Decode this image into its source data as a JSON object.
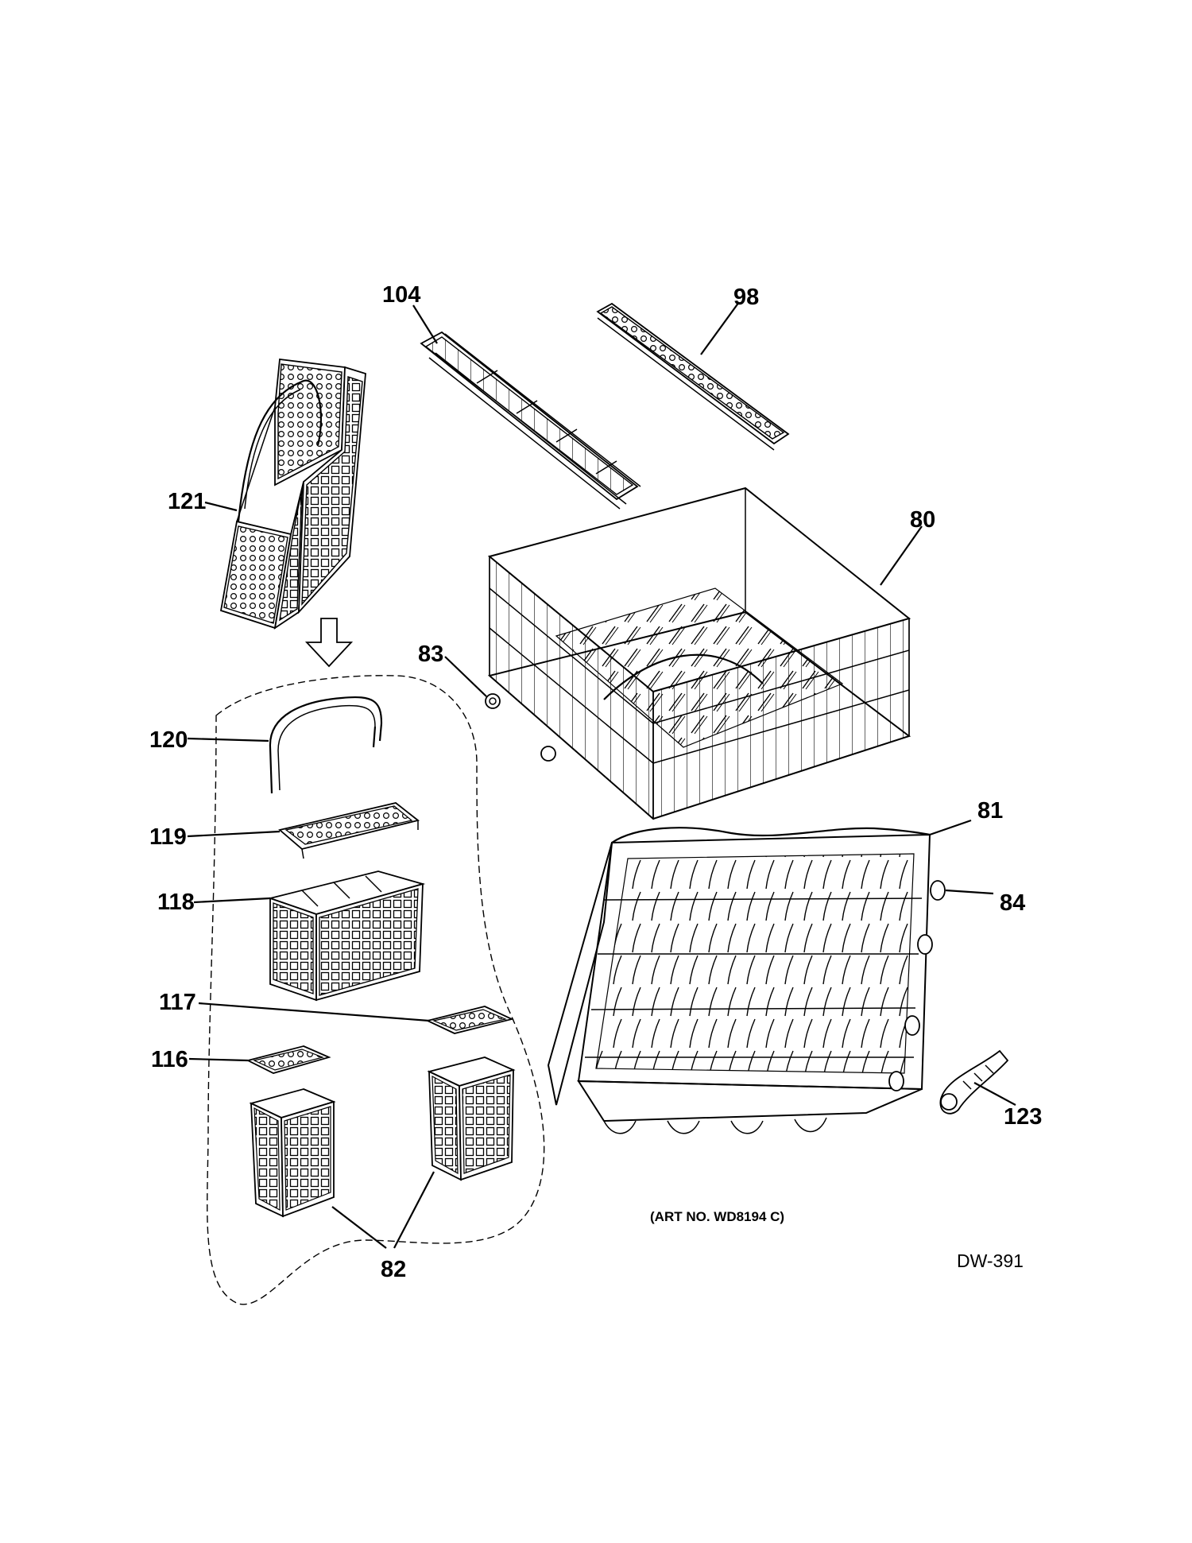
{
  "colors": {
    "ink": "#000000",
    "paper": "#ffffff"
  },
  "callouts": {
    "c104": "104",
    "c98": "98",
    "c121": "121",
    "c80": "80",
    "c83": "83",
    "c120": "120",
    "c119": "119",
    "c118": "118",
    "c81": "81",
    "c84": "84",
    "c117": "117",
    "c116": "116",
    "c123": "123",
    "c82": "82"
  },
  "art_number": "(ART NO. WD8194 C)",
  "document_code": "DW-391"
}
